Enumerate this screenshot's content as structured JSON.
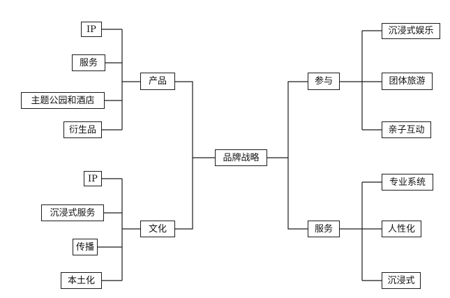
{
  "root": "品牌战略",
  "left": [
    {
      "label": "产品",
      "children": [
        "IP",
        "服务",
        "主题公园和酒店",
        "衍生品"
      ]
    },
    {
      "label": "文化",
      "children": [
        "IP",
        "沉浸式服务",
        "传播",
        "本土化"
      ]
    }
  ],
  "right": [
    {
      "label": "参与",
      "children": [
        "沉浸式娱乐",
        "团体旅游",
        "亲子互动"
      ]
    },
    {
      "label": "服务",
      "children": [
        "专业系统",
        "人性化",
        "沉浸式"
      ]
    }
  ],
  "colors": {
    "line": "#1a1a1a",
    "box_border": "#1a1a1a",
    "background": "#ffffff"
  }
}
